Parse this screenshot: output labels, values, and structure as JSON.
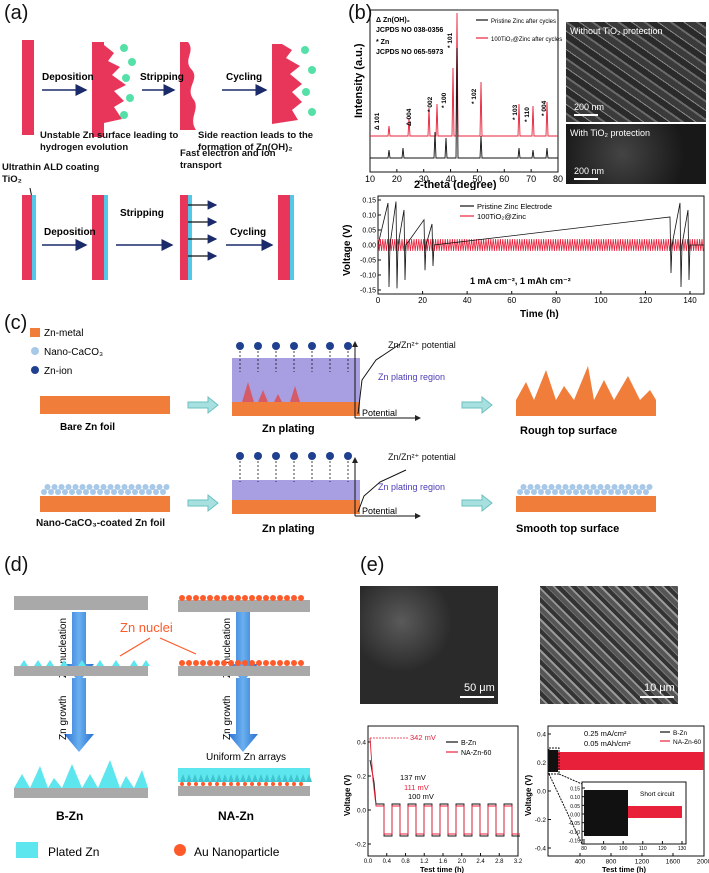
{
  "panel_labels": {
    "a": "(a)",
    "b": "(b)",
    "c": "(c)",
    "d": "(d)",
    "e": "(e)"
  },
  "panel_a": {
    "steps_top": [
      "Deposition",
      "Stripping",
      "Cycling"
    ],
    "caption_left": "Unstable Zn surface leading to hydrogen evolution",
    "caption_right": "Side reaction leads to the formation of Zn(OH)₂",
    "coating_label": "Ultrathin ALD coating TiO₂",
    "transport_label": "Fast electron and ion transport",
    "steps_bottom": [
      "Deposition",
      "Stripping",
      "Cycling"
    ],
    "colors": {
      "zn": "#e8365b",
      "coating": "#55c8e8",
      "bubble": "#55e0a8"
    }
  },
  "panel_b": {
    "xrd": {
      "ylabel": "Intensity (a.u.)",
      "xlabel": "2-theta (degree)",
      "xticks": [
        "10",
        "20",
        "30",
        "40",
        "50",
        "60",
        "70",
        "80"
      ],
      "ref_lines": [
        "Δ Zn(OH)₂",
        "JCPDS NO 038-0356",
        "* Zn",
        "JCPDS NO 065-5973"
      ],
      "legend": [
        "Pristine Zinc after cycles",
        "100TiO₂@Zinc after cycles"
      ],
      "peak_labels": [
        "Δ 101",
        "Δ 004",
        "* 002",
        "* 100",
        "* 101",
        "* 102",
        "* 103",
        "* 110",
        "* 004"
      ],
      "sem_top": "Without TiO₂ protection",
      "sem_top_scale": "200 nm",
      "sem_bottom": "With TiO₂ protection",
      "sem_bottom_scale": "200 nm"
    },
    "voltage": {
      "ylabel": "Voltage (V)",
      "xlabel": "Time (h)",
      "yticks": [
        "0.15",
        "0.10",
        "0.05",
        "0.00",
        "-0.05",
        "-0.10",
        "-0.15"
      ],
      "xticks": [
        "0",
        "20",
        "40",
        "60",
        "80",
        "100",
        "120",
        "140"
      ],
      "legend": [
        "Pristine  Zinc Electrode",
        "100TiO₂@Zinc"
      ],
      "condition": "1 mA cm⁻², 1 mAh cm⁻²"
    }
  },
  "panel_c": {
    "legend": [
      "Zn-metal",
      "Nano-CaCO₃",
      "Zn-ion"
    ],
    "top": {
      "foil": "Bare Zn  foil",
      "plating": "Zn plating",
      "result": "Rough top surface"
    },
    "bottom": {
      "foil": "Nano-CaCO₃-coated Zn foil",
      "plating": "Zn  plating",
      "result": "Smooth top surface"
    },
    "potential_label": "Zn/Zn²⁺ potential",
    "region_label": "Zn plating region",
    "axis_label": "Potential",
    "colors": {
      "zn": "#f07d3a",
      "caco3": "#a8c8e8",
      "ion": "#1f3f8f",
      "region": "#8a7fd8"
    }
  },
  "panel_d": {
    "nucleation": "Zn nucleation",
    "nuclei": "Zn nuclei",
    "growth": "Zn growth",
    "arrays": "Uniform Zn arrays",
    "left_label": "B-Zn",
    "right_label": "NA-Zn",
    "legend": [
      "Plated Zn",
      "Au Nanoparticle"
    ],
    "colors": {
      "zn": "#5ee6ee",
      "au": "#ff5a2a",
      "arrow": "#3a8be0",
      "base": "#a9a9a9"
    }
  },
  "panel_e": {
    "scale_left": "50 μm",
    "scale_right": "10 μm",
    "left_plot": {
      "ylabel": "Voltage (V)",
      "xlabel": "Test time (h)",
      "legend": [
        "B-Zn",
        "NA-Zn-60"
      ],
      "annotations": [
        "342 mV",
        "137 mV",
        "111 mV",
        "100 mV"
      ],
      "xticks": [
        "0.0",
        "0.4",
        "0.8",
        "1.2",
        "1.6",
        "2.0",
        "2.4",
        "2.8",
        "3.2"
      ],
      "yticks": [
        "0.4",
        "0.2",
        "0.0",
        "-0.2"
      ]
    },
    "right_plot": {
      "ylabel": "Voltage (V)",
      "xlabel": "Test time (h)",
      "legend": [
        "B-Zn",
        "NA-Zn-60"
      ],
      "condition": [
        "0.25  mA/cm²",
        "0.05  mAh/cm²"
      ],
      "inset_label": "Short circuit",
      "xticks": [
        "400",
        "800",
        "1200",
        "1600",
        "2000"
      ],
      "yticks": [
        "0.4",
        "0.2",
        "0.0",
        "-0.2",
        "-0.4"
      ],
      "inset_xticks": [
        "80",
        "90",
        "100",
        "110",
        "120",
        "130"
      ],
      "inset_yticks": [
        "0.15",
        "0.10",
        "0.05",
        "0.00",
        "-0.05",
        "-0.10",
        "-0.15"
      ]
    }
  }
}
